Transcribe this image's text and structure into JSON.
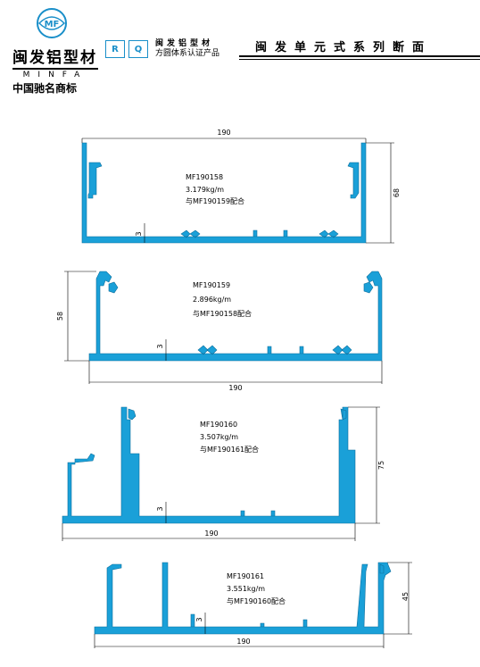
{
  "header": {
    "brand_cn": "闽发铝型材",
    "brand_en": "MINFA",
    "slogan": "中国驰名商标",
    "logo_text": "MF",
    "cert_line1": "闽发铝型材",
    "cert_line2": "方圆体系认证产品",
    "badge_r": "R",
    "badge_q": "Q",
    "title": "闽发单元式系列断面"
  },
  "profiles": [
    {
      "code": "MF190158",
      "weight": "3.179kg/m",
      "match": "与MF190159配合",
      "width": "190",
      "height": "68",
      "wall": "3"
    },
    {
      "code": "MF190159",
      "weight": "2.896kg/m",
      "match": "与MF190158配合",
      "width": "190",
      "height": "58",
      "wall": "3"
    },
    {
      "code": "MF190160",
      "weight": "3.507kg/m",
      "match": "与MF190161配合",
      "width": "190",
      "height": "75",
      "wall": "3"
    },
    {
      "code": "MF190161",
      "weight": "3.551kg/m",
      "match": "与MF190160配合",
      "width": "190",
      "height": "45",
      "wall": "3"
    }
  ],
  "colors": {
    "profile": "#1aa0d8",
    "profile_edge": "#0d6e9c",
    "line": "#000000"
  }
}
